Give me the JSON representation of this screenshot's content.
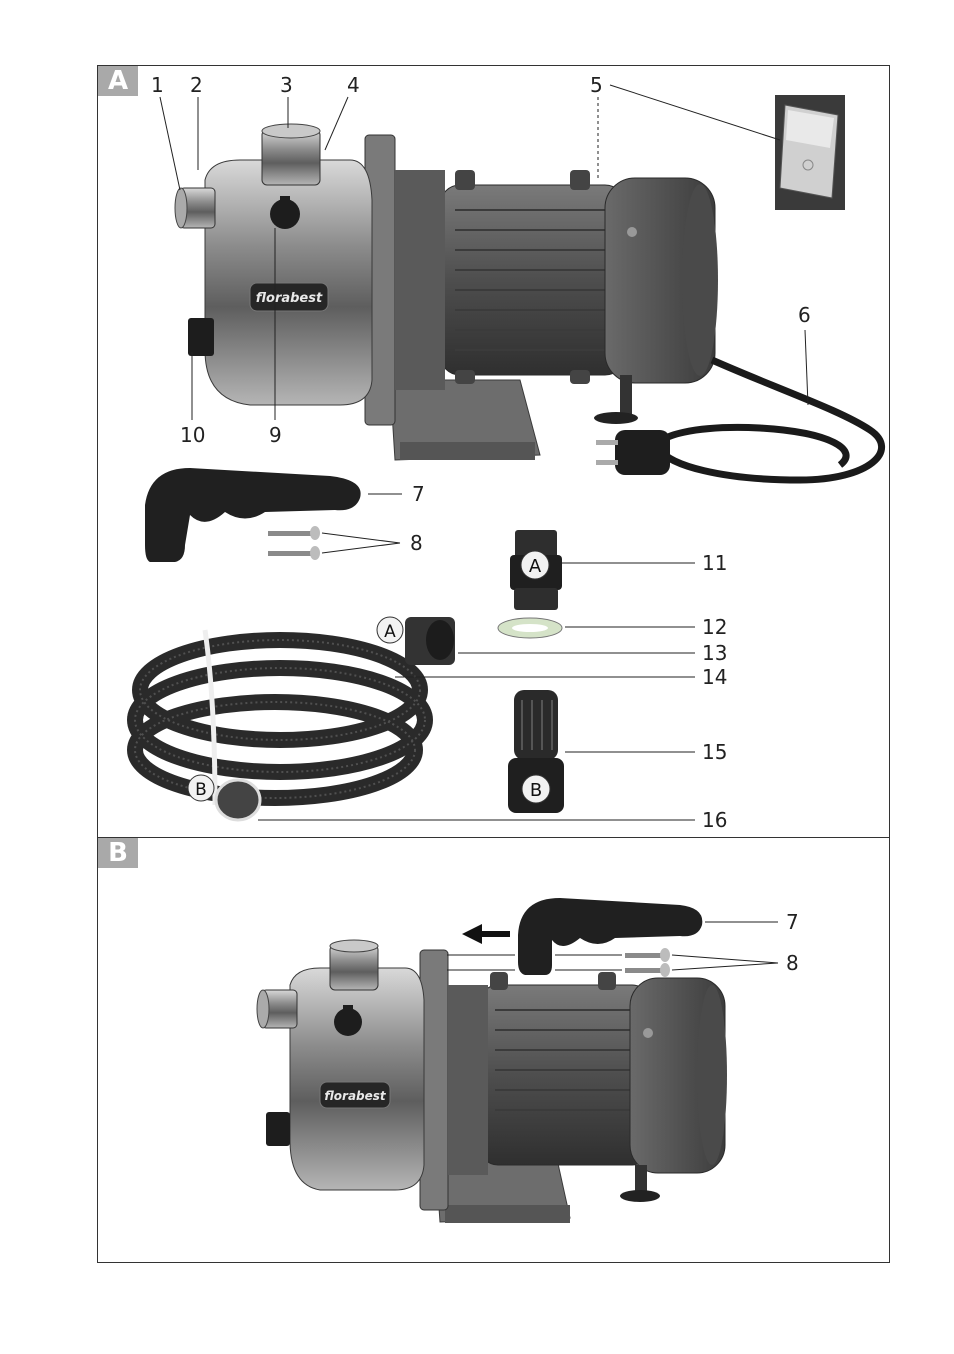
{
  "section_a": {
    "badge": "A",
    "callouts": {
      "c1": "1",
      "c2": "2",
      "c3": "3",
      "c4": "4",
      "c5": "5",
      "c6": "6",
      "c7": "7",
      "c8": "8",
      "c9": "9",
      "c10": "10",
      "c11": "11",
      "c12": "12",
      "c13": "13",
      "c14": "14",
      "c15": "15",
      "c16": "16"
    },
    "brand": "florabest",
    "adapter_a_letter": "A",
    "adapter_b_letter": "B",
    "hose_a_letter": "A",
    "hose_b_letter": "B"
  },
  "section_b": {
    "badge": "B",
    "callouts": {
      "c7": "7",
      "c8": "8"
    },
    "brand": "florabest"
  },
  "colors": {
    "frame": "#333333",
    "badge": "#a9a9a9",
    "motor": "#5a5a5a",
    "steel": "#8a8a8a",
    "dark": "#1f1f1f"
  }
}
